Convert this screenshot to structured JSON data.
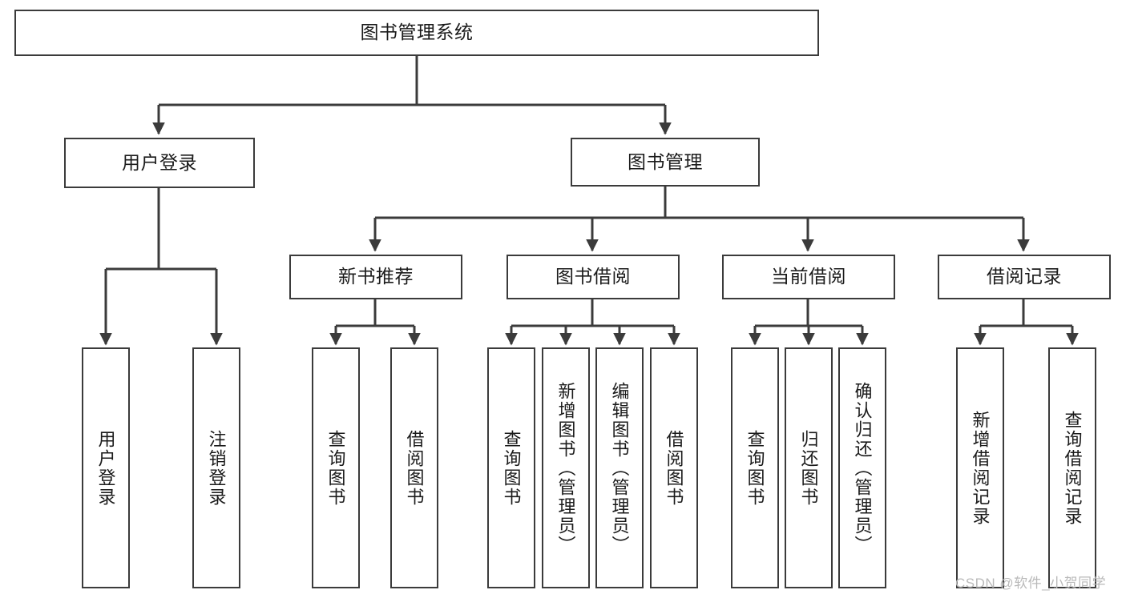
{
  "diagram": {
    "type": "tree-hierarchy-chart",
    "title": "图书管理系统",
    "stroke_color": "#3b3b3b",
    "text_color": "#1b1b1b",
    "background_color": "#ffffff",
    "levels": {
      "level1": [
        "图书管理系统"
      ],
      "level2": [
        "用户登录",
        "图书管理"
      ],
      "level3": [
        "新书推荐",
        "图书借阅",
        "当前借阅",
        "借阅记录"
      ],
      "level4": [
        "用户登录",
        "注销登录",
        "查询图书",
        "借阅图书",
        "查询图书",
        "新增图书（管理员）",
        "编辑图书（管理员）",
        "借阅图书",
        "查询图书",
        "归还图书",
        "确认归还（管理员）",
        "新增借阅记录",
        "查询借阅记录"
      ]
    }
  },
  "nodes": {
    "root": {
      "label": "图书管理系统"
    },
    "user_login": {
      "label": "用户登录"
    },
    "book_manage": {
      "label": "图书管理"
    },
    "new_book_rec": {
      "label": "新书推荐"
    },
    "book_borrow": {
      "label": "图书借阅"
    },
    "current_borrow": {
      "label": "当前借阅"
    },
    "borrow_record": {
      "label": "借阅记录"
    },
    "leaf_user_login": {
      "label": "用户登录"
    },
    "leaf_logout": {
      "label": "注销登录"
    },
    "leaf_query_book_a": {
      "label": "查询图书"
    },
    "leaf_borrow_book_a": {
      "label": "借阅图书"
    },
    "leaf_query_book_b": {
      "label": "查询图书"
    },
    "leaf_add_book": {
      "label": "新增图书（管理员）"
    },
    "leaf_edit_book": {
      "label": "编辑图书（管理员）"
    },
    "leaf_borrow_book_b": {
      "label": "借阅图书"
    },
    "leaf_query_book_c": {
      "label": "查询图书"
    },
    "leaf_return_book": {
      "label": "归还图书"
    },
    "leaf_confirm_return": {
      "label": "确认归还（管理员）"
    },
    "leaf_add_record": {
      "label": "新增借阅记录"
    },
    "leaf_query_record": {
      "label": "查询借阅记录"
    }
  },
  "watermark": {
    "text": "CSDN @软件_小贺同学",
    "color": "#b9b9b9"
  }
}
